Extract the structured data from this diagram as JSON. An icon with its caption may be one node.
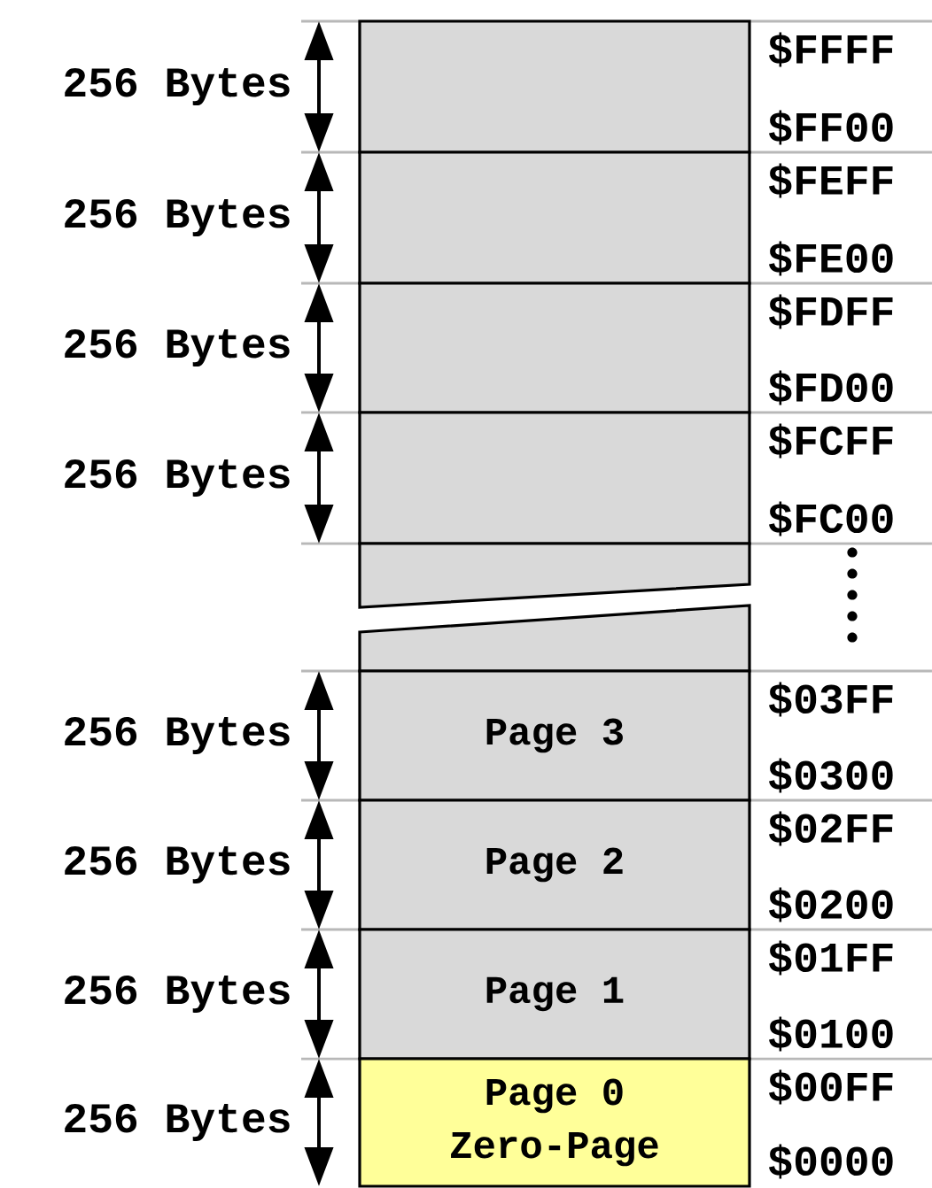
{
  "diagram": {
    "nodes": [
      {
        "text": [],
        "shape": "box",
        "beside": [
          "256 Bytes",
          "$FFFF",
          "$FF00"
        ]
      },
      {
        "text": [],
        "shape": "box",
        "beside": [
          "256 Bytes",
          "$FEFF",
          "$FE00"
        ]
      },
      {
        "text": [],
        "shape": "box",
        "beside": [
          "256 Bytes",
          "$FDFF",
          "$FD00"
        ]
      },
      {
        "text": [],
        "shape": "box",
        "beside": [
          "256 Bytes",
          "$FCFF",
          "$FC00"
        ]
      },
      {
        "text": [],
        "shape": "box"
      },
      {
        "text": [],
        "shape": "box"
      },
      {
        "text": [
          "Page 3"
        ],
        "beside": [
          "256 Bytes",
          "$03FF",
          "$0300"
        ]
      },
      {
        "text": [
          "Page 2"
        ],
        "beside": [
          "256 Bytes",
          "$02FF",
          "$0200"
        ]
      },
      {
        "text": [
          "Page 1"
        ],
        "beside": [
          "256 Bytes",
          "$01FF",
          "$0100"
        ]
      },
      {
        "text": [
          "Page 0",
          "Zero-Page"
        ],
        "beside": [
          "256 Bytes",
          "$00FF",
          "$0000"
        ]
      }
    ]
  }
}
